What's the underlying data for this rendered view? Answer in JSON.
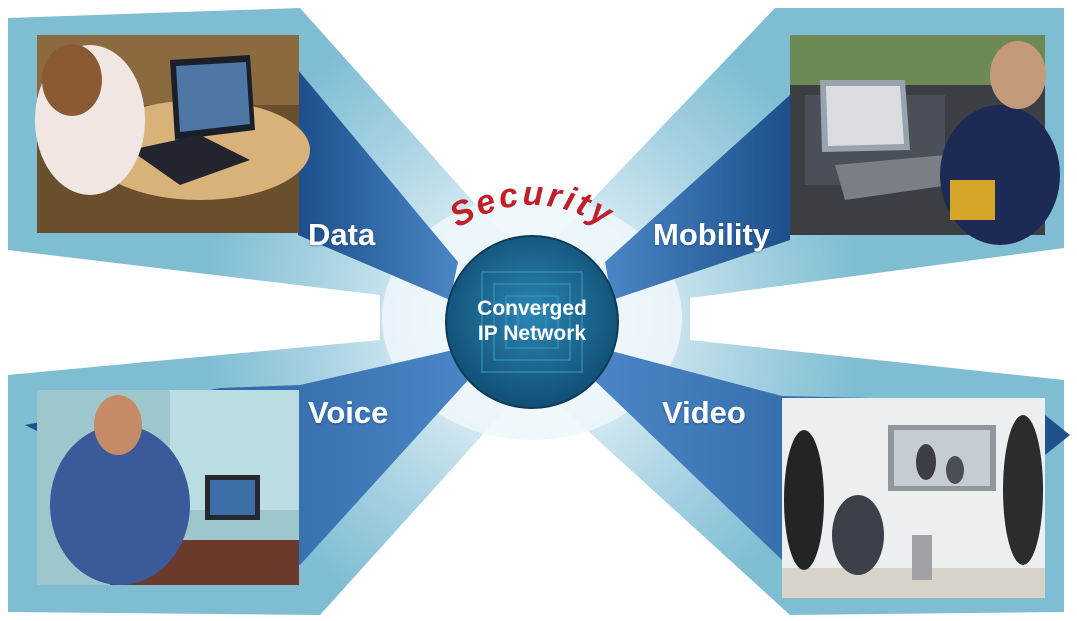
{
  "hub": {
    "line1": "Converged",
    "line2": "IP Network",
    "arc_text": "Security"
  },
  "quadrants": {
    "data": {
      "label": "Data",
      "photo": "person-typing-on-laptop"
    },
    "mobility": {
      "label": "Mobility",
      "photo": "officer-using-laptop-in-car"
    },
    "voice": {
      "label": "Voice",
      "photo": "man-on-desk-phone"
    },
    "video": {
      "label": "Video",
      "photo": "video-conference-meeting"
    }
  },
  "colors": {
    "panel": "#79b9cf",
    "arm_dark": "#1d4f8c",
    "arm_light": "#5b8fcc",
    "hub": "#1b5e85",
    "security_text": "#c0202a"
  }
}
